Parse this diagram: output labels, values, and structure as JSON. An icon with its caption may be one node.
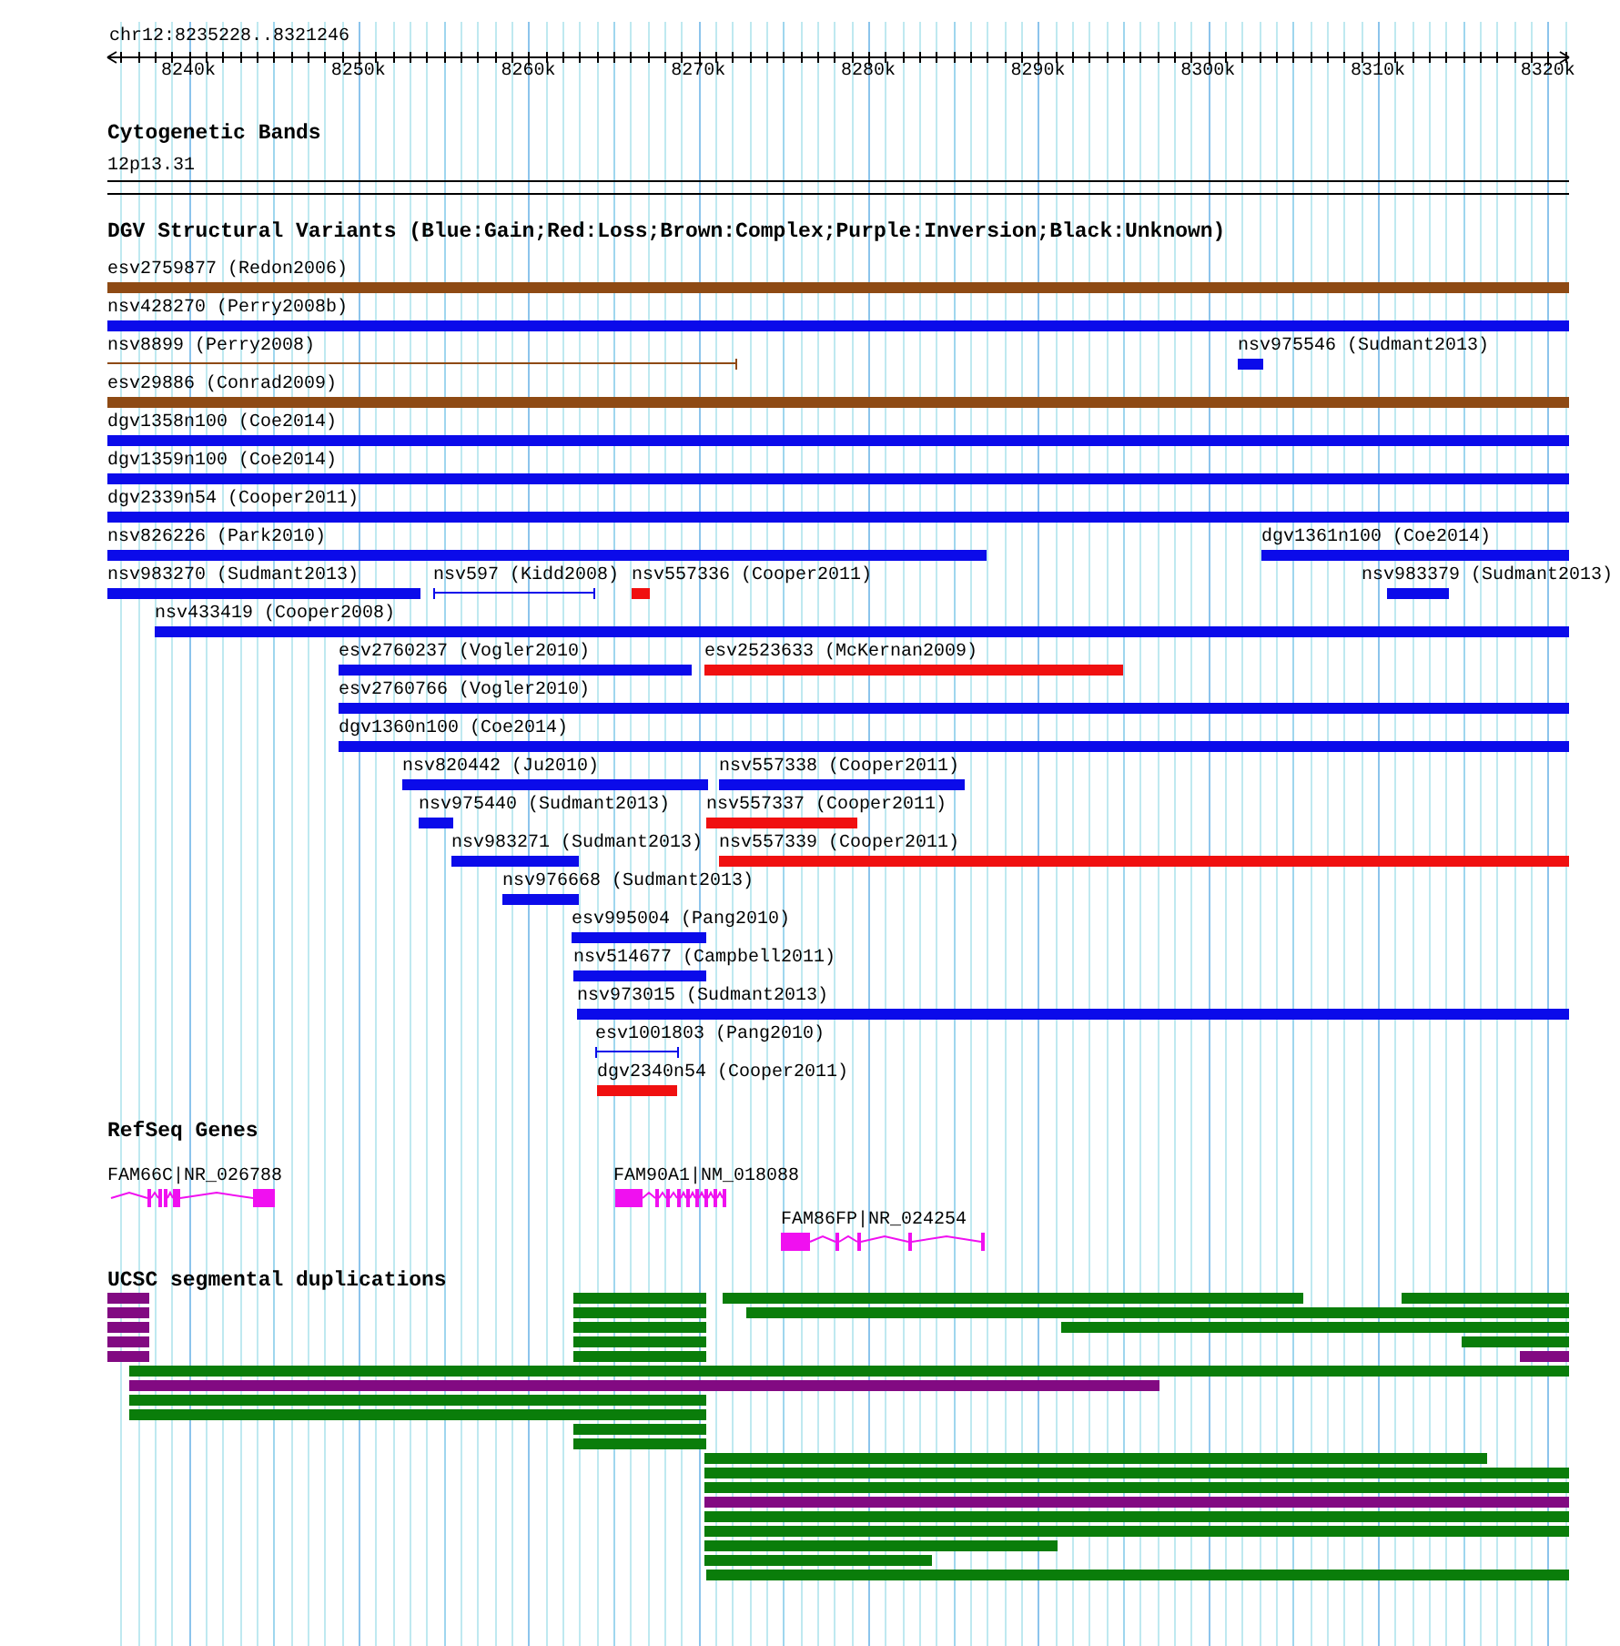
{
  "diagram": {
    "nodes": [
      {
        "text": [
          "12p13.31"
        ]
      },
      {
        "text": [
          "esv2759877 (Redon2006)"
        ]
      },
      {
        "text": [
          "nsv428270 (Perry2008b)"
        ]
      },
      {
        "text": [
          "nsv8899 (Perry2008)"
        ]
      },
      {
        "text": [
          "nsv975546 (Sudmant2013)"
        ]
      },
      {
        "text": [
          "esv29886 (Conrad2009)"
        ]
      },
      {
        "text": [
          "dgv1358n100 (Coe2014)"
        ]
      },
      {
        "text": [
          "dgv1359n100 (Coe2014)"
        ]
      },
      {
        "text": [
          "dgv2339n54 (Cooper2011)"
        ]
      },
      {
        "text": [
          "nsv826226 (Park2010)"
        ]
      },
      {
        "text": [
          "dgv1361n100 (Coe2014)"
        ]
      },
      {
        "text": [
          "nsv983270 (Sudmant2013)"
        ]
      },
      {
        "text": [
          "nsv597 (Kidd2008)"
        ]
      },
      {
        "text": [
          "nsv557336 (Cooper2011)"
        ]
      },
      {
        "text": [
          "nsv983379 (Sudmant2013)"
        ]
      },
      {
        "text": [
          "nsv433419 (Cooper2008)"
        ]
      },
      {
        "text": [
          "esv2760237 (Vogler2010)"
        ]
      },
      {
        "text": [
          "esv2523633 (McKernan2009)"
        ]
      },
      {
        "text": [
          "esv2760766 (Vogler2010)"
        ]
      },
      {
        "text": [
          "dgv1360n100 (Coe2014)"
        ]
      },
      {
        "text": [
          "nsv820442 (Ju2010)"
        ]
      },
      {
        "text": [
          "nsv557338 (Cooper2011)"
        ]
      },
      {
        "text": [
          "nsv975440 (Sudmant2013)"
        ]
      },
      {
        "text": [
          "nsv557337 (Cooper2011)"
        ]
      },
      {
        "text": [
          "nsv983271 (Sudmant2013)"
        ]
      },
      {
        "text": [
          "nsv557339 (Cooper2011)"
        ]
      },
      {
        "text": [
          "nsv976668 (Sudmant2013)"
        ]
      },
      {
        "text": [
          "esv995004 (Pang2010)"
        ]
      },
      {
        "text": [
          "nsv514677 (Campbell2011)"
        ]
      },
      {
        "text": [
          "nsv973015 (Sudmant2013)"
        ]
      },
      {
        "text": [
          "esv1001803 (Pang2010)"
        ]
      },
      {
        "text": [
          "dgv2340n54 (Cooper2011)"
        ]
      },
      {
        "text": [
          "FAM66C|NR_026788"
        ]
      },
      {
        "text": [
          "FAM90A1|NM_018088"
        ]
      },
      {
        "text": [
          "FAM86FP|NR_024254"
        ]
      },
      {
        "text": [],
        "shape": "bar"
      },
      {
        "text": [],
        "shape": "bar"
      },
      {
        "text": [],
        "shape": "bar"
      },
      {
        "text": [],
        "shape": "bar"
      },
      {
        "text": [],
        "shape": "bar"
      },
      {
        "text": [],
        "shape": "bar"
      },
      {
        "text": [],
        "shape": "bar"
      },
      {
        "text": [],
        "shape": "bar"
      },
      {
        "text": [],
        "shape": "bar"
      },
      {
        "text": [],
        "shape": "bar"
      },
      {
        "text": [],
        "shape": "bar"
      },
      {
        "text": [],
        "shape": "bar"
      },
      {
        "text": [],
        "shape": "bar"
      },
      {
        "text": [],
        "shape": "bar"
      },
      {
        "text": [],
        "shape": "bar"
      },
      {
        "text": [],
        "shape": "bar"
      },
      {
        "text": [],
        "shape": "bar"
      },
      {
        "text": [],
        "shape": "bar"
      },
      {
        "text": [],
        "shape": "bar"
      },
      {
        "text": [],
        "shape": "bar"
      },
      {
        "text": [],
        "shape": "bar"
      },
      {
        "text": [],
        "shape": "bar"
      },
      {
        "text": [],
        "shape": "bar"
      },
      {
        "text": [],
        "shape": "bar"
      },
      {
        "text": [],
        "shape": "bar"
      },
      {
        "text": [],
        "shape": "bar"
      },
      {
        "text": [],
        "shape": "bar"
      },
      {
        "text": [],
        "shape": "bar"
      },
      {
        "text": [],
        "shape": "bar"
      },
      {
        "text": [],
        "shape": "bar"
      },
      {
        "text": [],
        "shape": "bar"
      }
    ],
    "labels": [
      "chr12:8235228..8321246",
      "8240k",
      "8250k",
      "8260k",
      "8270k",
      "8280k",
      "8290k",
      "8300k",
      "8310k",
      "8320k",
      "Cytogenetic Bands",
      "DGV Structural Variants (Blue:Gain;Red:Loss;Brown:Complex;Purple:Inversion;Black:Unknown)",
      "RefSeq Genes",
      "UCSC segmental duplications"
    ]
  }
}
